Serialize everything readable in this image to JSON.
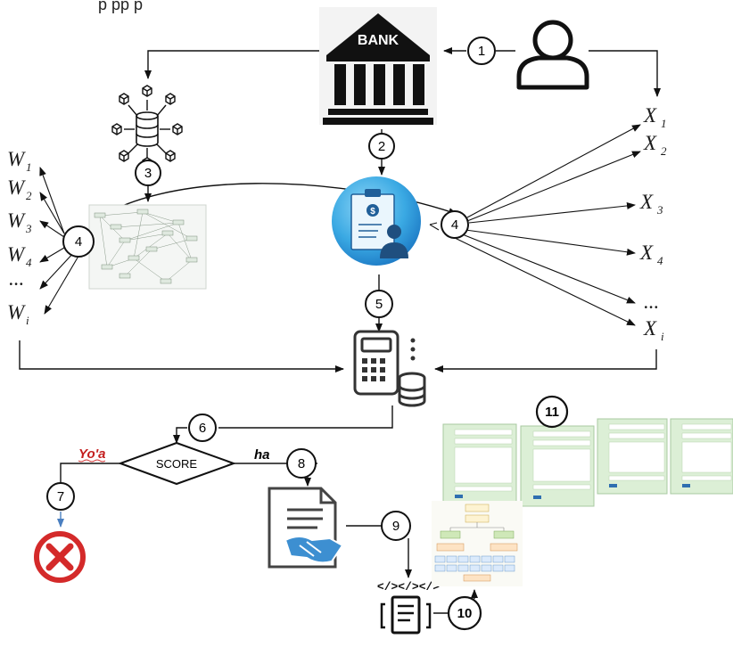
{
  "header_partial_text": "р рр     р",
  "bank": {
    "label": "BANK"
  },
  "decision": {
    "label": "SCORE",
    "no_label": "Yo'a",
    "yes_label": "ha"
  },
  "steps": [
    "1",
    "2",
    "3",
    "4",
    "4",
    "5",
    "6",
    "7",
    "8",
    "9",
    "10",
    "11"
  ],
  "w_vars": [
    {
      "main": "W",
      "sub": "1"
    },
    {
      "main": "W",
      "sub": "2"
    },
    {
      "main": "W",
      "sub": "3"
    },
    {
      "main": "W",
      "sub": "4"
    },
    {
      "main": "...",
      "sub": ""
    },
    {
      "main": "W",
      "sub": "i"
    }
  ],
  "x_vars": [
    {
      "main": "X",
      "sub": "1"
    },
    {
      "main": "X",
      "sub": "2"
    },
    {
      "main": "X",
      "sub": "3"
    },
    {
      "main": "X",
      "sub": "4"
    },
    {
      "main": "...",
      "sub": ""
    },
    {
      "main": "X",
      "sub": "i"
    }
  ],
  "colors": {
    "accent_blue": "#2f8fd8",
    "reject_red": "#d42a2a",
    "form_green": "#dcefd6",
    "line": "#111111"
  }
}
